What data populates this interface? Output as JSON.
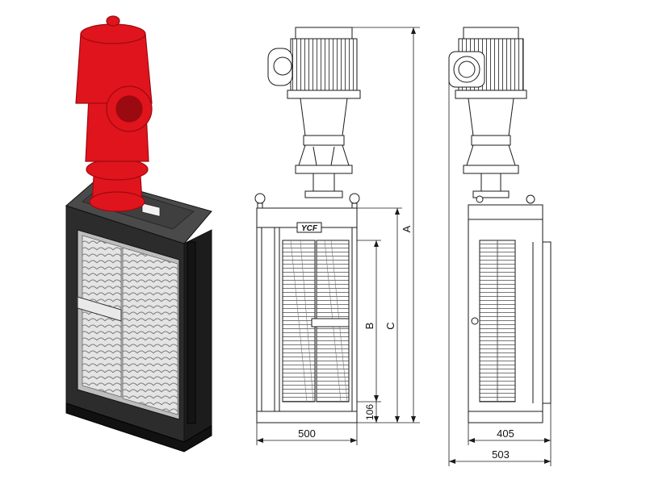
{
  "brand": {
    "logo_text": "YCF"
  },
  "dimensions": {
    "front_width": "500",
    "side_width_inner": "405",
    "side_width_outer": "503",
    "bottom_height": "106",
    "label_a": "A",
    "label_b": "B",
    "label_c": "C"
  },
  "colors": {
    "motor_red": "#e0141c",
    "motor_red_dark": "#9a0a10",
    "frame_dark": "#3a3a3a",
    "frame_black": "#222222",
    "line": "#1a1a1a",
    "screen_gray": "#c9c9c9"
  }
}
